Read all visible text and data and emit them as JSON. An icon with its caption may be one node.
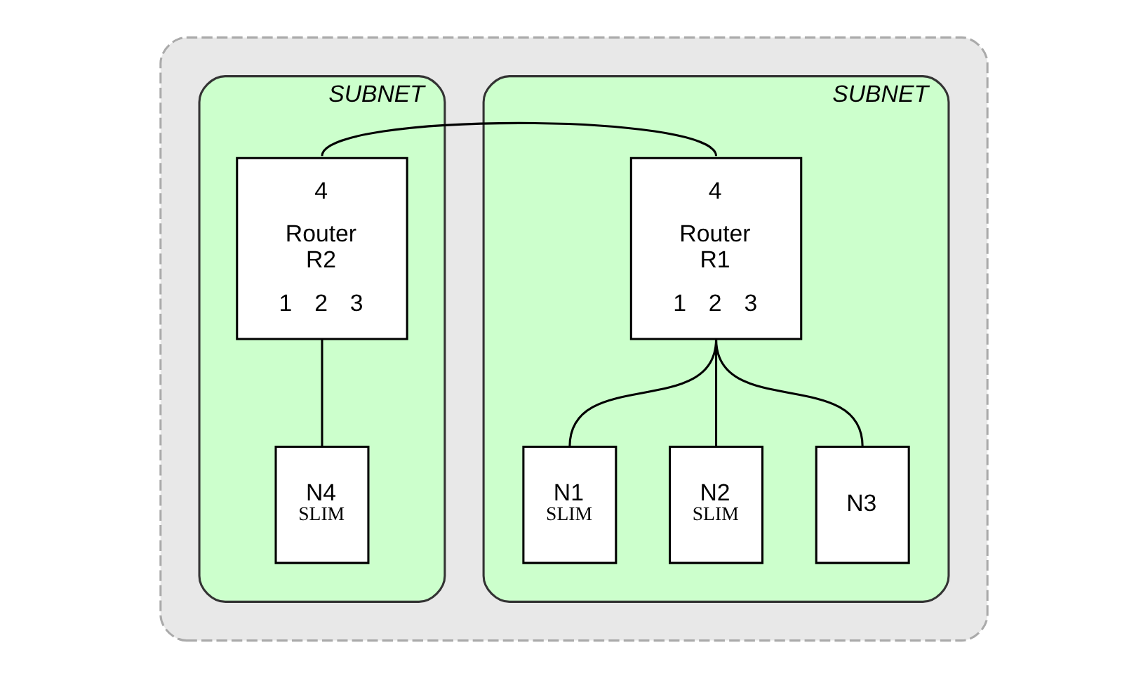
{
  "diagram": {
    "nodes": [
      {
        "text": [],
        "shape": "box"
      },
      {
        "text": [
          "SUBNET"
        ],
        "in": 0
      },
      {
        "text": [
          "4",
          "Router R1",
          "1",
          "2",
          "3"
        ],
        "in": 1
      },
      {
        "text": [
          "N1",
          "SLIM"
        ],
        "in": 1
      },
      {
        "text": [
          "N2",
          "SLIM"
        ],
        "in": 1
      },
      {
        "text": [
          "N3"
        ],
        "in": 1
      },
      {
        "text": [
          "SUBNET"
        ],
        "in": 0
      },
      {
        "text": [
          "4",
          "Router R2",
          "1",
          "2",
          "3"
        ],
        "in": 6
      },
      {
        "text": [
          "N4",
          "SLIM"
        ],
        "in": 6
      }
    ],
    "edges": [
      {
        "from": 2,
        "to": 7,
        "arrow": "none"
      },
      {
        "from": 2,
        "to": 3,
        "arrow": "none"
      },
      {
        "from": 2,
        "to": 4,
        "arrow": "none"
      },
      {
        "from": 2,
        "to": 5,
        "arrow": "none"
      },
      {
        "from": 7,
        "to": 8,
        "arrow": "none"
      }
    ]
  }
}
